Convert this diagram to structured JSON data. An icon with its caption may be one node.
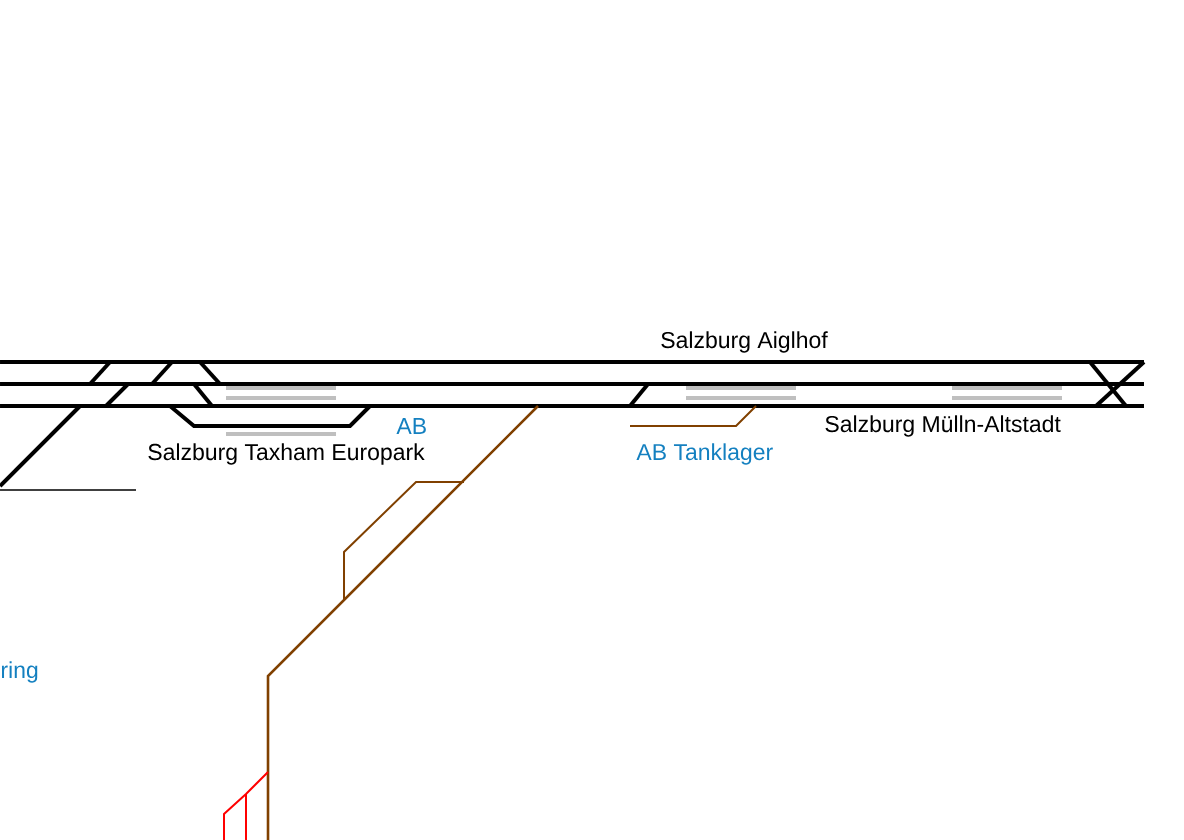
{
  "diagram": {
    "labels": [
      "Salzburg Aiglhof",
      "AB",
      "Salzburg Taxham Europark",
      "AB Tanklager",
      "Salzburg Mülln-Altstadt",
      "ring"
    ]
  }
}
